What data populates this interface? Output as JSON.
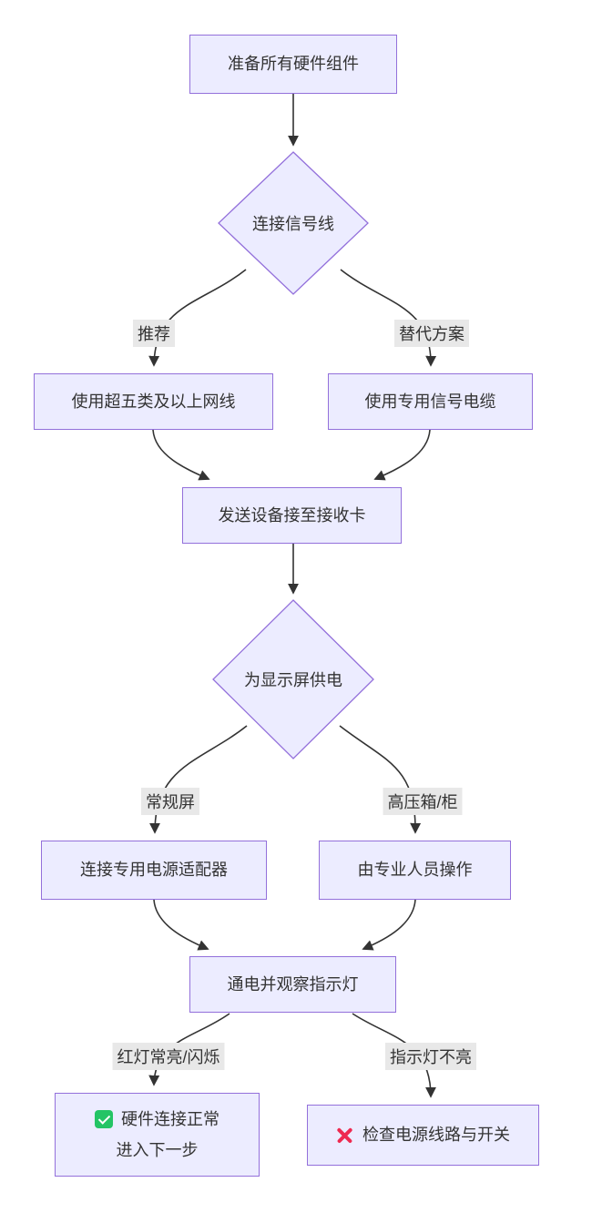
{
  "diagram": {
    "type": "flowchart",
    "direction": "top-to-bottom",
    "colors": {
      "node_fill": "#ECECFF",
      "node_border": "#9370DB",
      "edge_line": "#333333",
      "edge_label_bg": "#e8e8e8",
      "text": "#333333",
      "check_green": "#24c465",
      "cross_red": "#ee2950"
    },
    "nodes": {
      "start": {
        "shape": "rect",
        "label": "准备所有硬件组件"
      },
      "connect_signal": {
        "shape": "diamond",
        "label": "连接信号线"
      },
      "cat5_cable": {
        "shape": "rect",
        "label": "使用超五类及以上网线"
      },
      "dedicated_cable": {
        "shape": "rect",
        "label": "使用专用信号电缆"
      },
      "sender_to_receiver": {
        "shape": "rect",
        "label": "发送设备接至接收卡"
      },
      "power_display": {
        "shape": "diamond",
        "label": "为显示屏供电"
      },
      "power_adapter": {
        "shape": "rect",
        "label": "连接专用电源适配器"
      },
      "professional_op": {
        "shape": "rect",
        "label": "由专业人员操作"
      },
      "power_on_observe": {
        "shape": "rect",
        "label": "通电并观察指示灯"
      },
      "success": {
        "shape": "rect",
        "icon": "check-icon",
        "label_line1": "硬件连接正常",
        "label_line2": "进入下一步"
      },
      "failure": {
        "shape": "rect",
        "icon": "cross-icon",
        "label": "检查电源线路与开关"
      }
    },
    "edge_labels": {
      "recommended": "推荐",
      "alternative": "替代方案",
      "regular_screen": "常规屏",
      "hv_cabinet": "高压箱/柜",
      "red_light_on": "红灯常亮/闪烁",
      "light_off": "指示灯不亮"
    }
  }
}
